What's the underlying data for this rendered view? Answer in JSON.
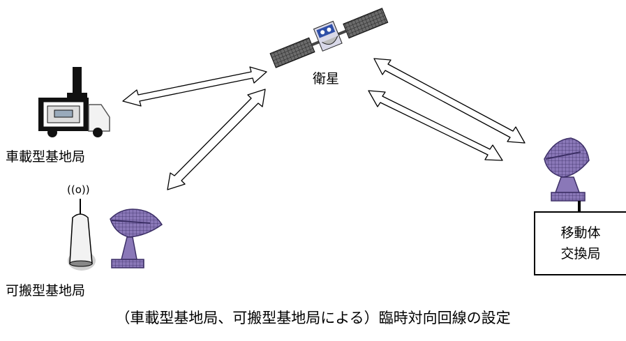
{
  "labels": {
    "satellite": "衛星",
    "vehicle_station": "車載型基地局",
    "portable_station": "可搬型基地局",
    "mobile_switch_line1": "移動体",
    "mobile_switch_line2": "交換局"
  },
  "caption": "（車載型基地局、可搬型基地局による）臨時対向回線の設定",
  "signal_icon_text": "((o))",
  "colors": {
    "dish": "#8a78b8",
    "dish_dark": "#3c2f66",
    "satellite_panel": "#555555",
    "satellite_body": "#2f2f8f",
    "truck": "#111111",
    "portable": "#e6e6e6"
  }
}
